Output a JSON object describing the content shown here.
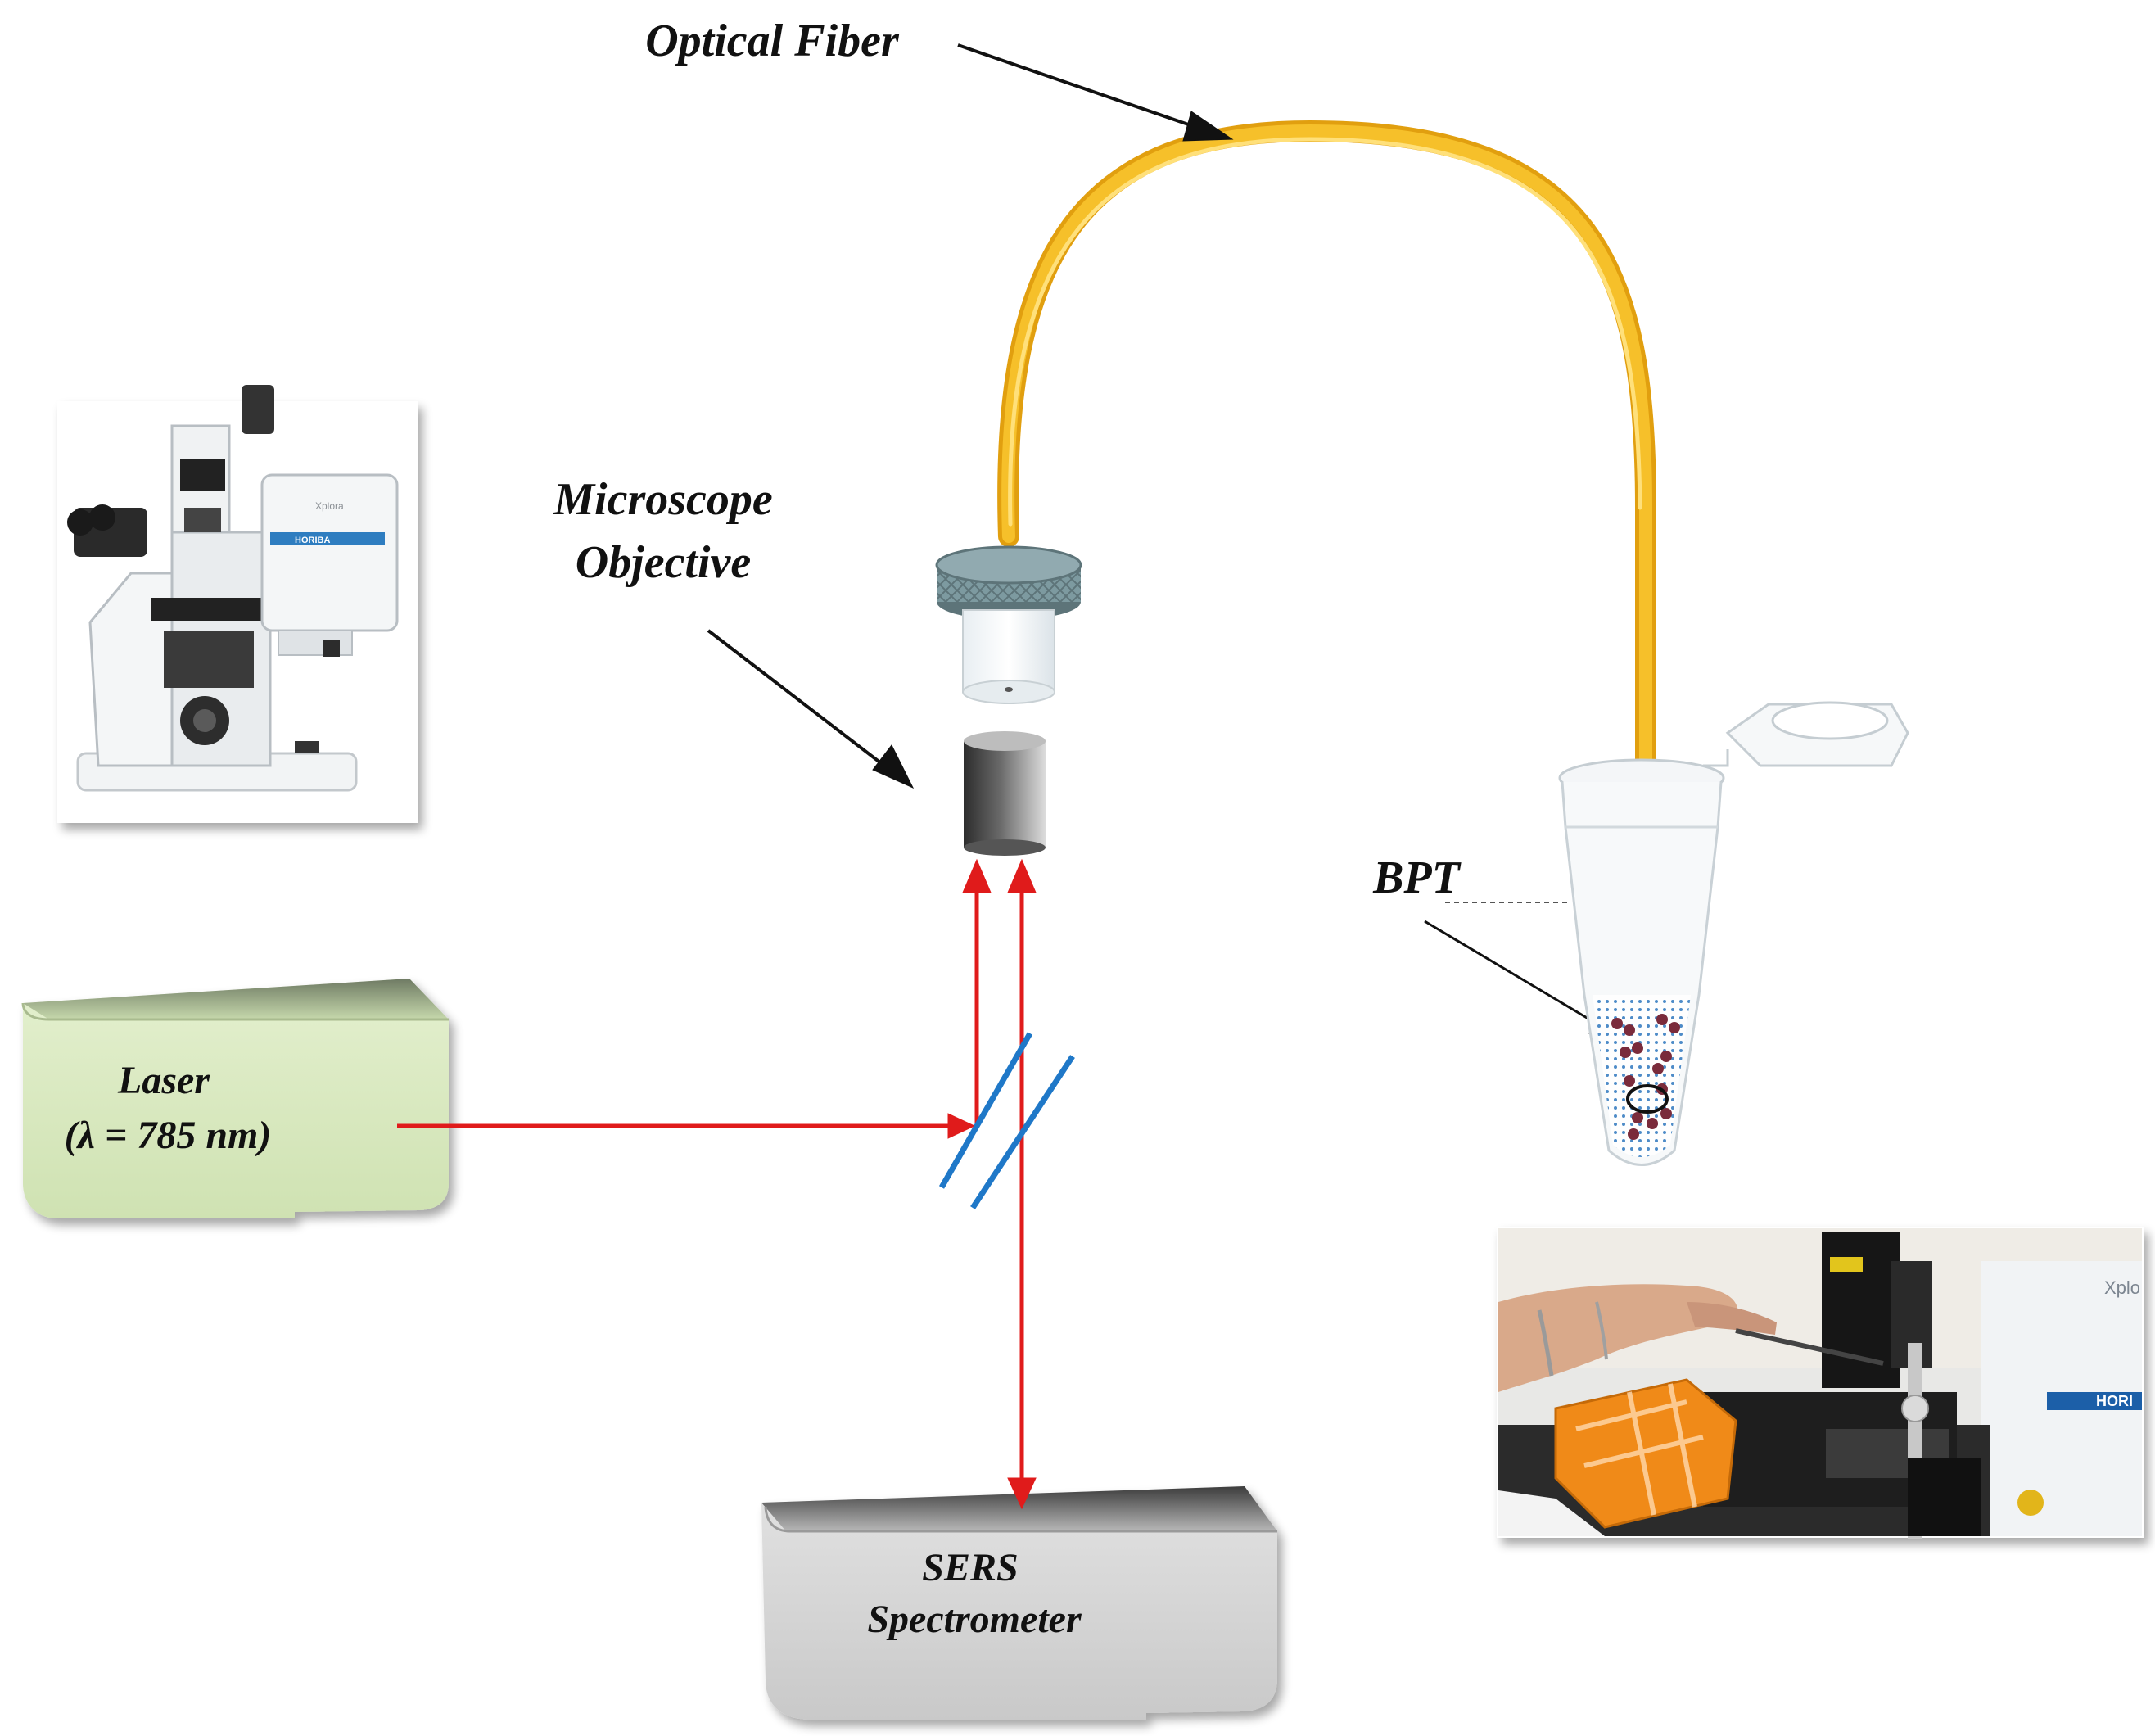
{
  "labels": {
    "optical_fiber": "Optical Fiber",
    "microscope_objective_line1": "Microscope",
    "microscope_objective_line2": "Objective",
    "bpt": "BPT",
    "laser_line1": "Laser",
    "laser_line2": "(λ = 785 nm)",
    "sers_line1": "SERS",
    "sers_line2": "Spectrometer"
  },
  "photo_texts": {
    "instrument_brand": "HORIBA",
    "instrument_model": "Xplora",
    "bench_brand": "HORI",
    "bench_model": "Xplo"
  },
  "colors": {
    "fiber": "#f2b51c",
    "fiber_highlight": "#ffd85a",
    "laser_beam": "#e01b1b",
    "beam_splitter": "#1f78c8",
    "laser_box": "#d9eac0",
    "spectrometer_box": "#d6d6d6",
    "objective": "#4a4a4a",
    "coupler_cap": "#7d9aa0",
    "arrow": "#111111"
  }
}
